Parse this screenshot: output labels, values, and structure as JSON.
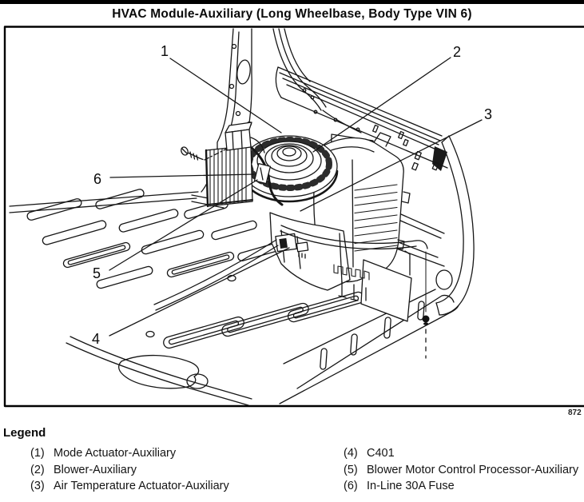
{
  "title": "HVAC Module-Auxiliary (Long Wheelbase, Body Type VIN 6)",
  "figure_number": "872",
  "callouts": [
    {
      "num": "1"
    },
    {
      "num": "2"
    },
    {
      "num": "3"
    },
    {
      "num": "4"
    },
    {
      "num": "5"
    },
    {
      "num": "6"
    }
  ],
  "legend": {
    "heading": "Legend",
    "columns": [
      {
        "items": [
          {
            "num": "(1)",
            "label": "Mode Actuator-Auxiliary"
          },
          {
            "num": "(2)",
            "label": "Blower-Auxiliary"
          },
          {
            "num": "(3)",
            "label": "Air Temperature Actuator-Auxiliary"
          }
        ]
      },
      {
        "items": [
          {
            "num": "(4)",
            "label": "C401"
          },
          {
            "num": "(5)",
            "label": "Blower Motor Control Processor-Auxiliary"
          },
          {
            "num": "(6)",
            "label": "In-Line 30A Fuse"
          }
        ]
      }
    ]
  }
}
